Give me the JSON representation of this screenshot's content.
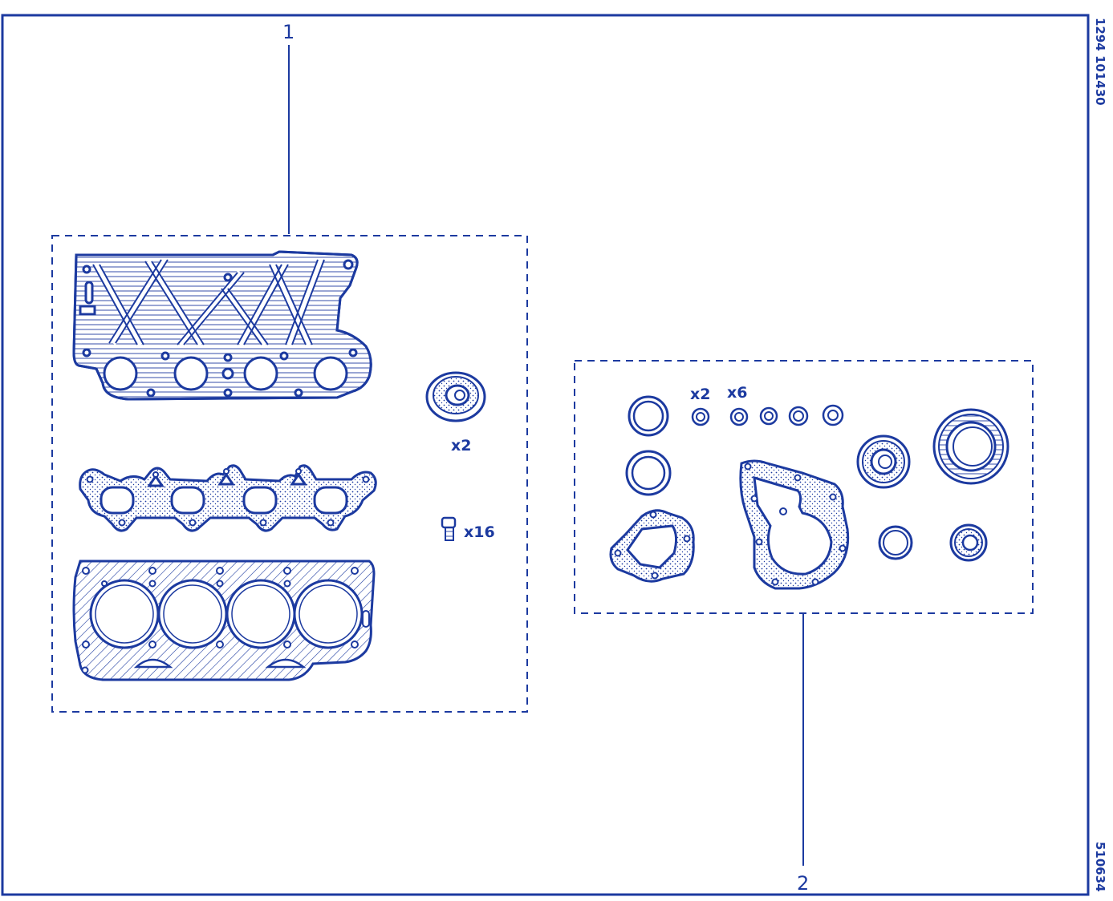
{
  "colors": {
    "ink": "#1c3aa0",
    "background": "#ffffff"
  },
  "side_refs": {
    "top": "1294 101430",
    "bottom": "510634"
  },
  "callouts": {
    "kit1": "1",
    "kit2": "2"
  },
  "kit1": {
    "qty_valve_seal": "x2",
    "qty_bolt": "x16"
  },
  "kit2": {
    "qty_small_rings_a": "x2",
    "qty_small_rings_b": "x6"
  }
}
